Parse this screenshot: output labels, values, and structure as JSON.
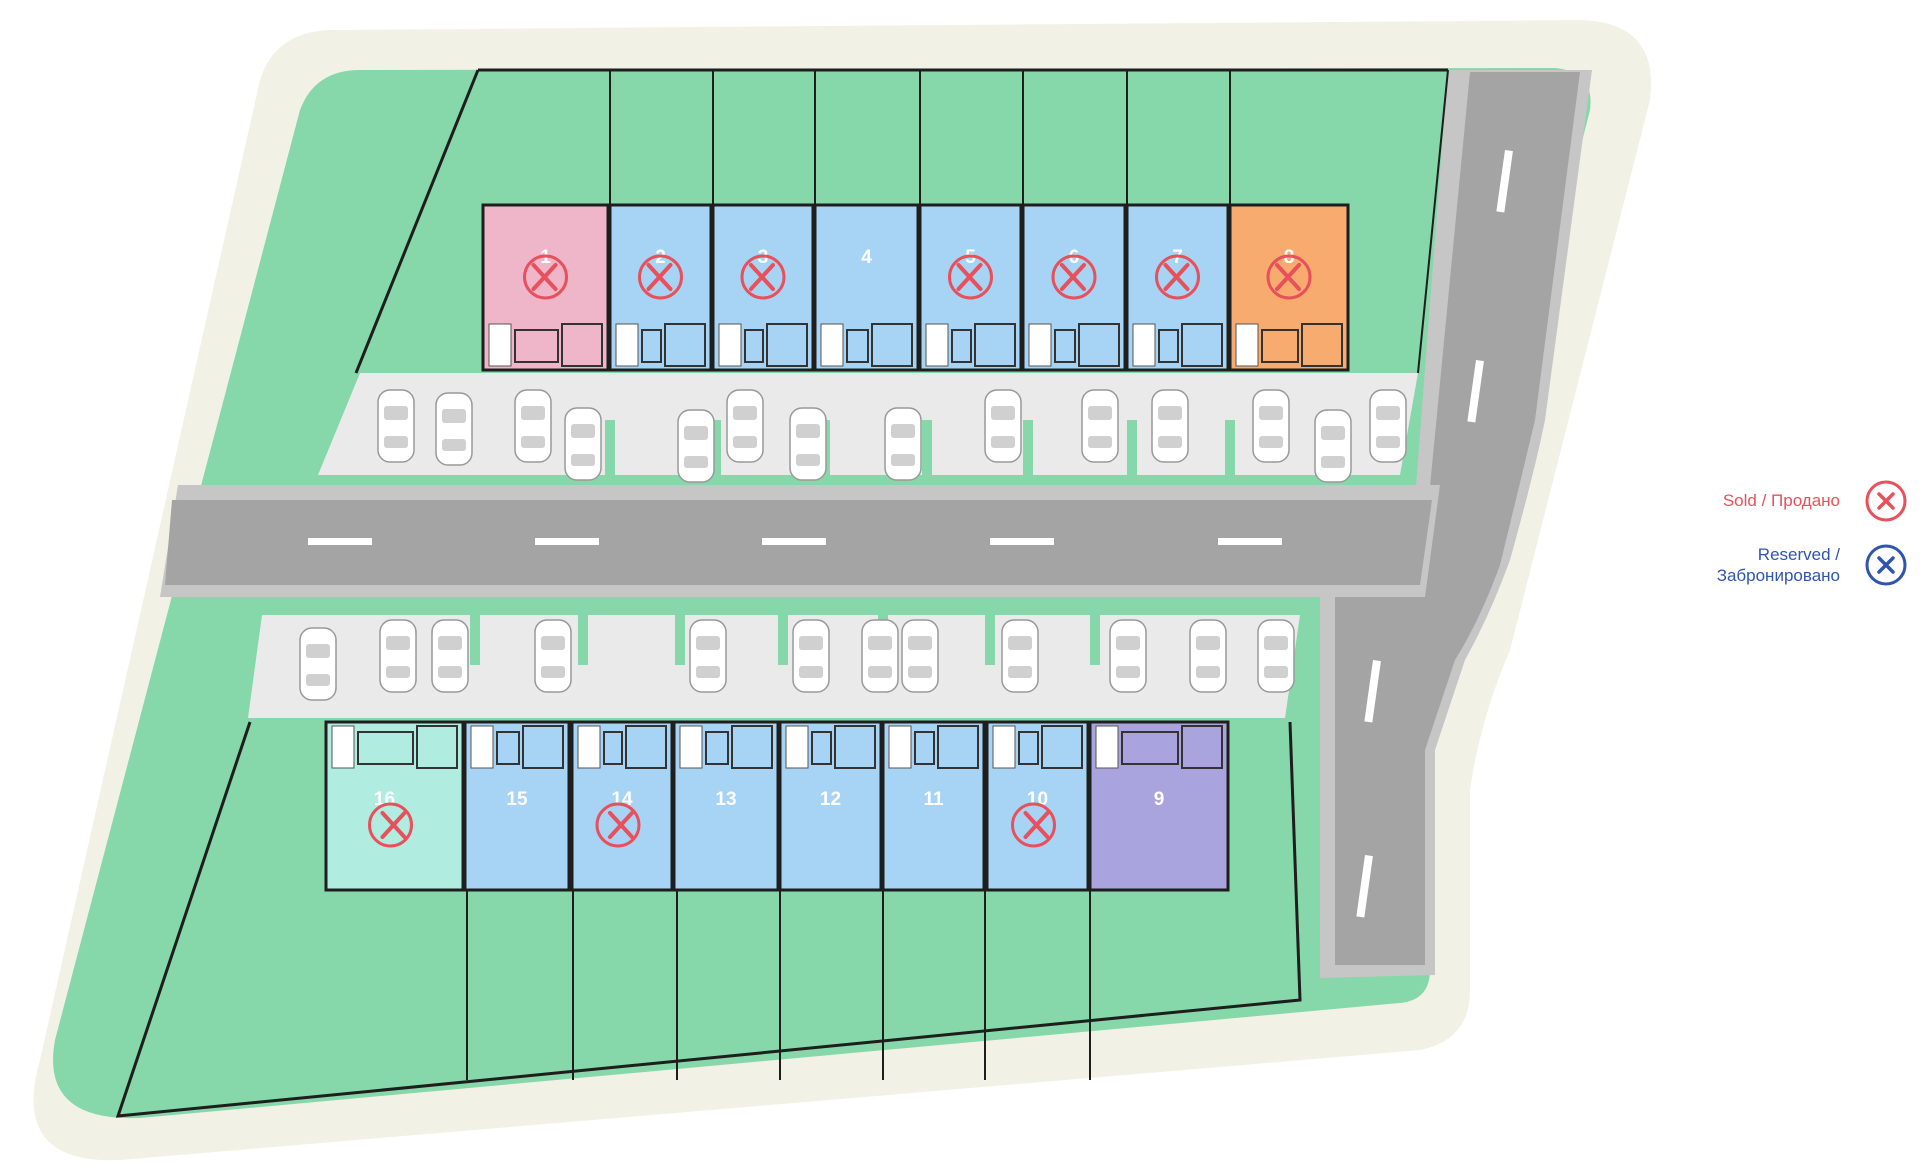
{
  "legend": {
    "sold": {
      "label": "Sold / Продано",
      "color": "#e8505b",
      "icon": "sold-x-icon"
    },
    "reserved": {
      "label_line1": "Reserved /",
      "label_line2": "Забронировано",
      "color": "#2f55b0",
      "icon": "reserved-x-icon"
    }
  },
  "colors": {
    "outer_border": "#f1f1e6",
    "green": "#86d7a9",
    "road": "#a4a4a4",
    "road_edge": "#c6c6c6",
    "parking": "#eaeaea",
    "available": "#a7d4f4",
    "sold_pink": "#efb5c9",
    "sold_orange": "#f8ab6f",
    "mint": "#b1ece0",
    "purple": "#aaa4de",
    "outline": "#1e1e1e"
  },
  "units": {
    "top": [
      {
        "label": "1",
        "status": "sold",
        "fill": "sold_pink"
      },
      {
        "label": "2",
        "status": "sold",
        "fill": "available"
      },
      {
        "label": "3",
        "status": "sold",
        "fill": "available"
      },
      {
        "label": "4",
        "status": "available",
        "fill": "available"
      },
      {
        "label": "5",
        "status": "sold",
        "fill": "available"
      },
      {
        "label": "6",
        "status": "sold",
        "fill": "available"
      },
      {
        "label": "7",
        "status": "sold",
        "fill": "available"
      },
      {
        "label": "8",
        "status": "sold",
        "fill": "sold_orange"
      }
    ],
    "bottom": [
      {
        "label": "16",
        "status": "sold",
        "fill": "mint"
      },
      {
        "label": "15",
        "status": "available",
        "fill": "available"
      },
      {
        "label": "14",
        "status": "sold",
        "fill": "available"
      },
      {
        "label": "13",
        "status": "available",
        "fill": "available"
      },
      {
        "label": "12",
        "status": "available",
        "fill": "available"
      },
      {
        "label": "11",
        "status": "available",
        "fill": "available"
      },
      {
        "label": "10",
        "status": "sold",
        "fill": "available"
      },
      {
        "label": "9",
        "status": "available",
        "fill": "purple"
      }
    ]
  }
}
